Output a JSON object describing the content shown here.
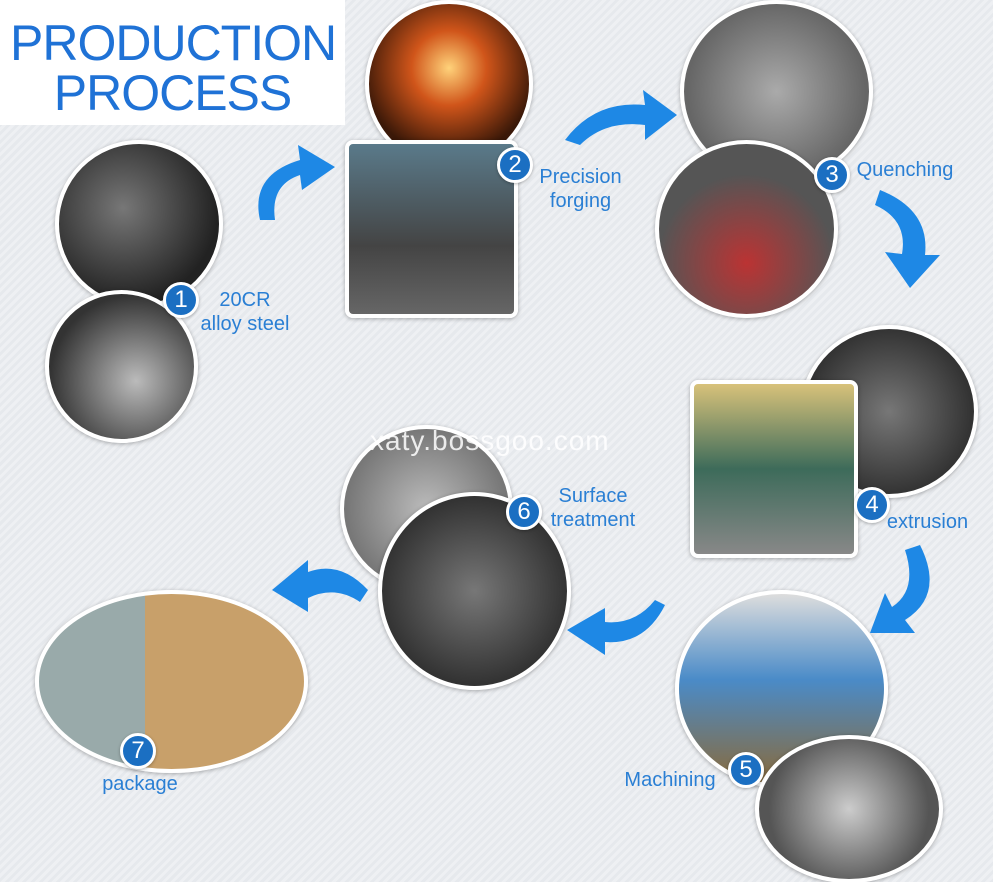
{
  "title": {
    "line1": "PRODUCTION",
    "line2": "PROCESS"
  },
  "watermark": "xaty.bossgoo.com",
  "steps": [
    {
      "number": "1",
      "label_line1": "20CR",
      "label_line2": "alloy steel"
    },
    {
      "number": "2",
      "label_line1": "Precision",
      "label_line2": "forging"
    },
    {
      "number": "3",
      "label_line1": "Quenching",
      "label_line2": ""
    },
    {
      "number": "4",
      "label_line1": "extrusion",
      "label_line2": ""
    },
    {
      "number": "5",
      "label_line1": "Machining",
      "label_line2": ""
    },
    {
      "number": "6",
      "label_line1": "Surface",
      "label_line2": "treatment"
    },
    {
      "number": "7",
      "label_line1": "package",
      "label_line2": ""
    }
  ],
  "colors": {
    "accent": "#1f72d6",
    "badge": "#1b6fc2",
    "arrow": "#1e88e5"
  }
}
